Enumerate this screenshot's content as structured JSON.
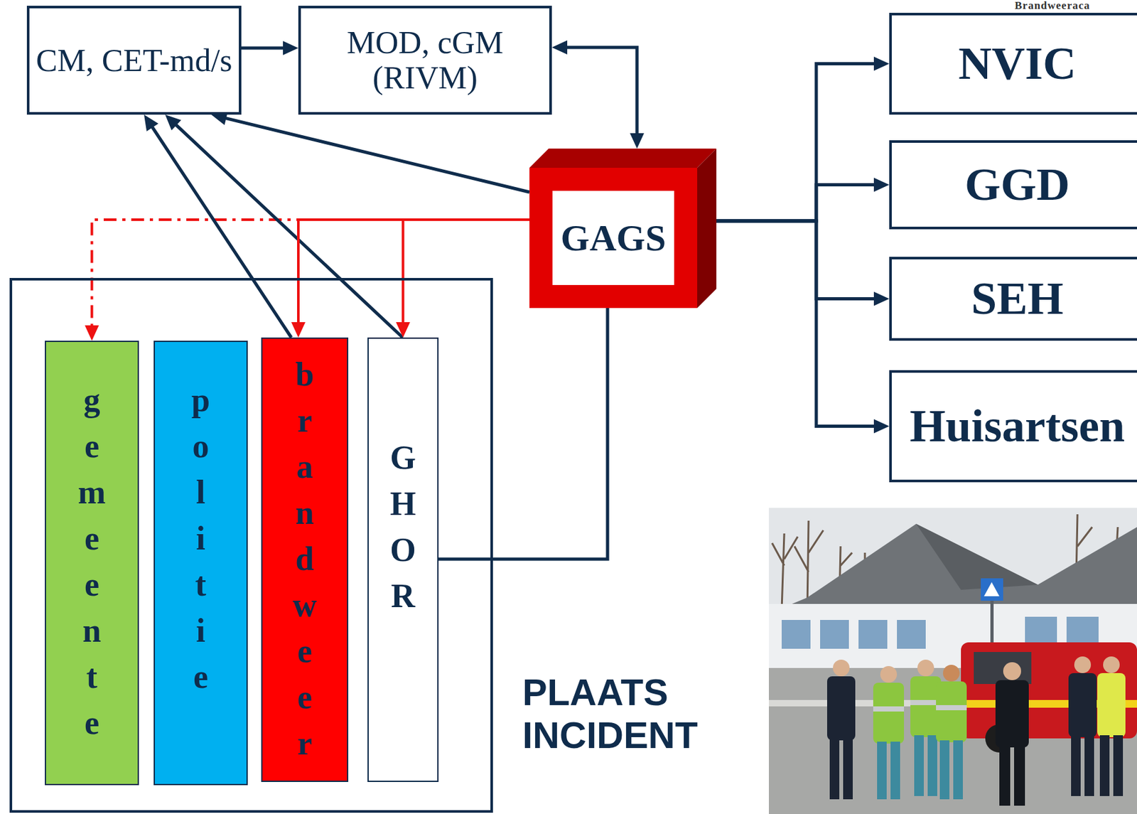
{
  "diagram": {
    "nodes": [
      {
        "text": [
          "CM, CET-md/s"
        ]
      },
      {
        "text": [
          "MOD, cGM (RIVM)"
        ]
      },
      {
        "text": [
          "NVIC"
        ]
      },
      {
        "text": [
          "GAGS"
        ]
      },
      {
        "text": [
          "GGD"
        ]
      },
      {
        "text": [
          "SEH"
        ]
      },
      {
        "text": [
          "Huisartsen"
        ]
      },
      {
        "text": [
          "PLAATS INCIDENT"
        ]
      },
      {
        "text": [
          "gemeente"
        ],
        "in": 7
      },
      {
        "text": [
          "politie"
        ],
        "in": 7
      },
      {
        "text": [
          "brandweer"
        ],
        "in": 7
      },
      {
        "text": [
          "GHOR"
        ],
        "in": 7
      }
    ],
    "edges": [
      {
        "from": 0,
        "to": 1,
        "arrow": "to"
      },
      {
        "from": 1,
        "to": 3,
        "arrow": "both"
      },
      {
        "from": 3,
        "to": 0,
        "arrow": "to"
      },
      {
        "from": 10,
        "to": 0,
        "arrow": "to"
      },
      {
        "from": 11,
        "to": 0,
        "arrow": "to"
      },
      {
        "from": 3,
        "to": 8,
        "arrow": "to"
      },
      {
        "from": 3,
        "to": 10,
        "arrow": "to"
      },
      {
        "from": 3,
        "to": 11,
        "arrow": "to"
      },
      {
        "from": 3,
        "to": 2,
        "arrow": "to"
      },
      {
        "from": 3,
        "to": 4,
        "arrow": "to"
      },
      {
        "from": 3,
        "to": 5,
        "arrow": "to"
      },
      {
        "from": 3,
        "to": 6,
        "arrow": "to"
      },
      {
        "from": 11,
        "to": 3,
        "arrow": "none"
      }
    ],
    "labels": [
      "Brandweeraca"
    ]
  }
}
